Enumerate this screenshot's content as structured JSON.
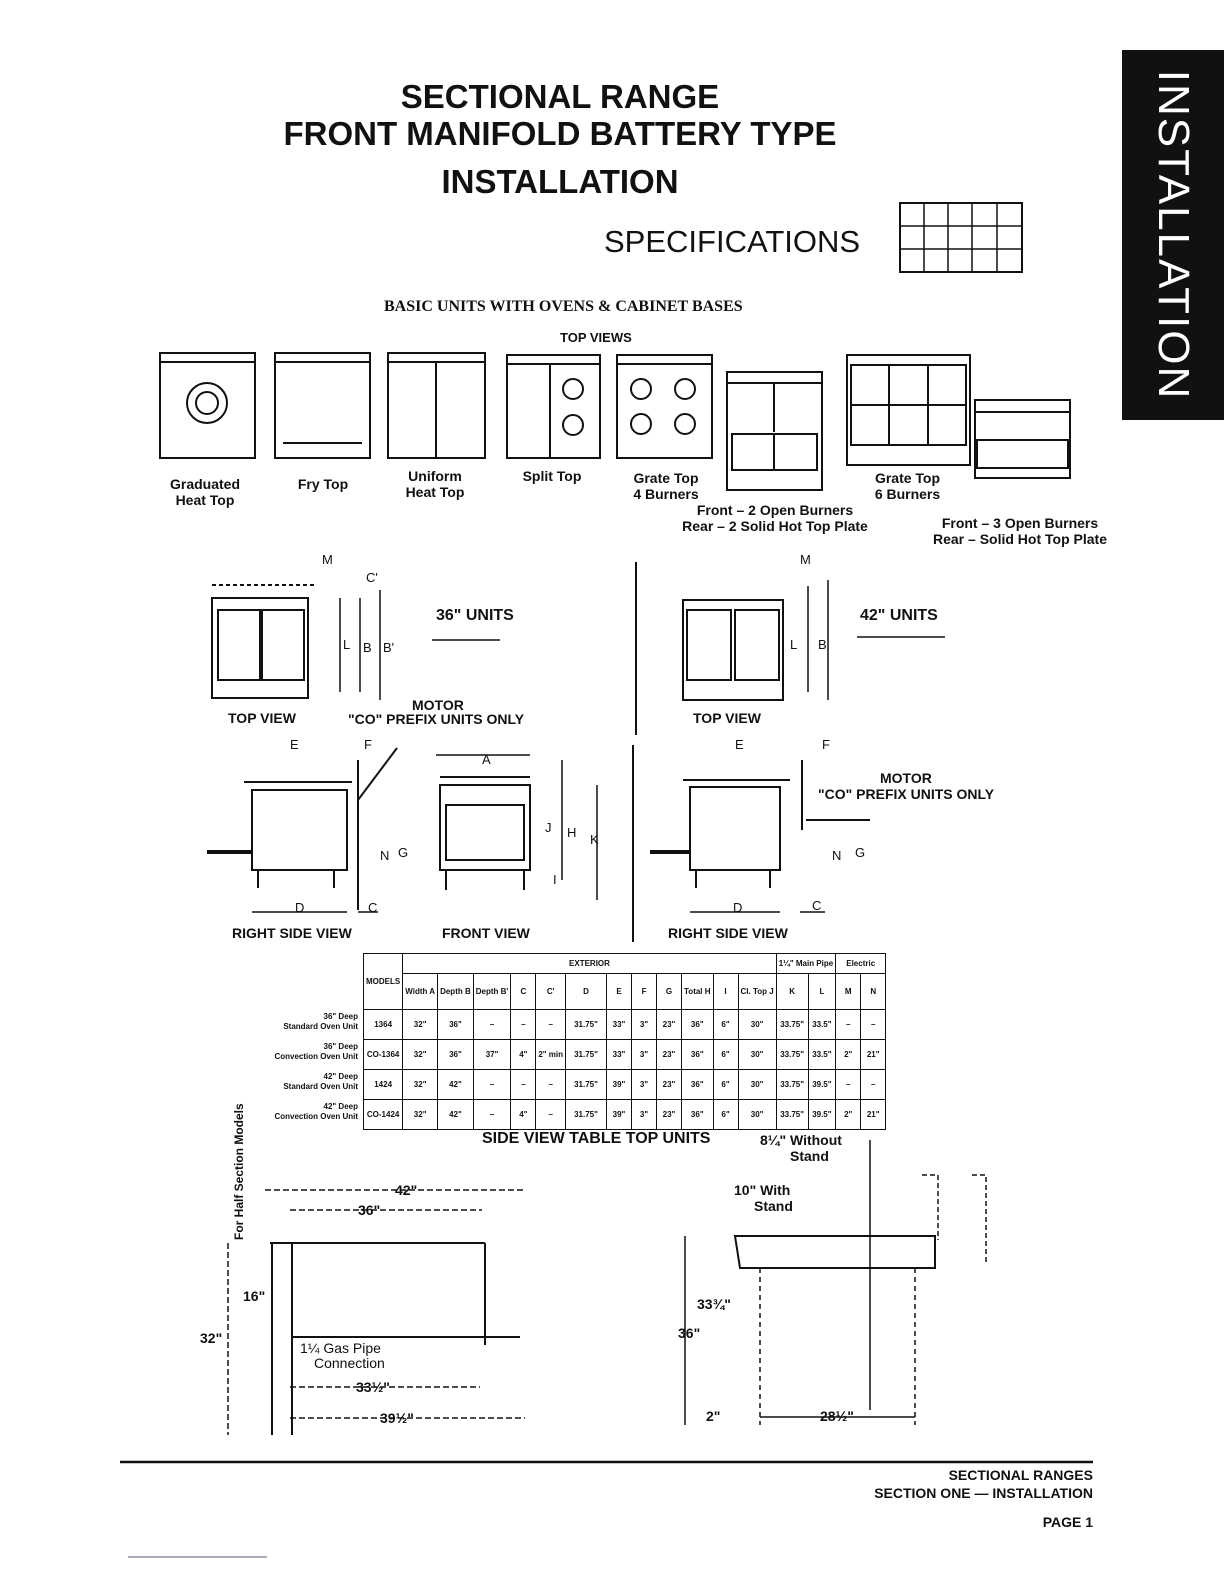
{
  "title": {
    "line1": "SECTIONAL RANGE",
    "line2": "FRONT MANIFOLD BATTERY TYPE",
    "line3": "INSTALLATION",
    "specs": "SPECIFICATIONS"
  },
  "side_tab": "INSTALLATION",
  "basic_units": {
    "heading": "BASIC UNITS WITH OVENS & CABINET BASES",
    "subheading": "TOP VIEWS",
    "units": [
      {
        "l1": "Graduated",
        "l2": "Heat Top"
      },
      {
        "l1": "Fry Top",
        "l2": ""
      },
      {
        "l1": "Uniform",
        "l2": "Heat Top"
      },
      {
        "l1": "Split Top",
        "l2": ""
      },
      {
        "l1": "Grate Top",
        "l2": "4 Burners"
      },
      {
        "l1": "Front – 2 Open Burners",
        "l2": "Rear – 2 Solid Hot Top Plate"
      },
      {
        "l1": "Grate Top",
        "l2": "6 Burners"
      },
      {
        "l1": "Front – 3 Open Burners",
        "l2": "Rear – Solid Hot Top Plate"
      }
    ]
  },
  "units36": {
    "title": "36\" UNITS",
    "top_view": "TOP VIEW",
    "motor": "MOTOR",
    "co_prefix": "\"CO\" PREFIX UNITS ONLY",
    "right_side": "RIGHT SIDE VIEW",
    "front_view": "FRONT VIEW"
  },
  "units42": {
    "title": "42\" UNITS",
    "top_view": "TOP VIEW",
    "motor": "MOTOR",
    "co_prefix": "\"CO\" PREFIX UNITS ONLY",
    "right_side": "RIGHT SIDE VIEW"
  },
  "dim_letters": {
    "M": "M",
    "C1": "C'",
    "L": "L",
    "B": "B",
    "B1": "B'",
    "E": "E",
    "F": "F",
    "A": "A",
    "J": "J",
    "H": "H",
    "K": "K",
    "N": "N",
    "G": "G",
    "I": "I",
    "D": "D",
    "C": "C"
  },
  "table": {
    "group_exterior": "EXTERIOR",
    "group_pipe": "1¼\" Main Pipe",
    "group_electric": "Electric",
    "models_header": "MODELS",
    "columns": [
      "Width A",
      "Depth B",
      "Depth B'",
      "C",
      "C'",
      "D",
      "E",
      "F",
      "G",
      "Total H",
      "I",
      "Cl. Top J",
      "K",
      "L",
      "M",
      "N"
    ],
    "rows": [
      {
        "label1": "36\" Deep",
        "label2": "Standard Oven Unit",
        "model": "1364",
        "values": [
          "32\"",
          "36\"",
          "–",
          "–",
          "–",
          "31.75\"",
          "33\"",
          "3\"",
          "23\"",
          "36\"",
          "6\"",
          "30\"",
          "33.75\"",
          "33.5\"",
          "–",
          "–"
        ]
      },
      {
        "label1": "36\" Deep",
        "label2": "Convection Oven Unit",
        "model": "CO-1364",
        "values": [
          "32\"",
          "36\"",
          "37\"",
          "4\"",
          "2\" min",
          "31.75\"",
          "33\"",
          "3\"",
          "23\"",
          "36\"",
          "6\"",
          "30\"",
          "33.75\"",
          "33.5\"",
          "2\"",
          "21\""
        ]
      },
      {
        "label1": "42\" Deep",
        "label2": "Standard Oven Unit",
        "model": "1424",
        "values": [
          "32\"",
          "42\"",
          "–",
          "–",
          "–",
          "31.75\"",
          "39\"",
          "3\"",
          "23\"",
          "36\"",
          "6\"",
          "30\"",
          "33.75\"",
          "39.5\"",
          "–",
          "–"
        ]
      },
      {
        "label1": "42\" Deep",
        "label2": "Convection Oven Unit",
        "model": "CO-1424",
        "values": [
          "32\"",
          "42\"",
          "–",
          "4\"",
          "–",
          "31.75\"",
          "39\"",
          "3\"",
          "23\"",
          "36\"",
          "6\"",
          "30\"",
          "33.75\"",
          "39.5\"",
          "2\"",
          "21\""
        ]
      }
    ]
  },
  "table_top": {
    "title": "SIDE VIEW TABLE TOP UNITS",
    "half_section": "For Half Section Models",
    "d42": "42\"",
    "d36": "36\"",
    "d16": "16\"",
    "d32": "32\"",
    "gas_pipe1": "1¼ Gas Pipe",
    "gas_pipe2": "Connection",
    "d33": "33½\"",
    "d39": "39½\"",
    "without1": "8¼\" Without",
    "without2": "Stand",
    "with1": "10\" With",
    "with2": "Stand",
    "d33b": "33¾\"",
    "d36b": "36\"",
    "d2": "2\"",
    "d28": "28½\""
  },
  "footer": {
    "line1": "SECTIONAL RANGES",
    "line2": "SECTION ONE — INSTALLATION",
    "page": "PAGE 1"
  }
}
